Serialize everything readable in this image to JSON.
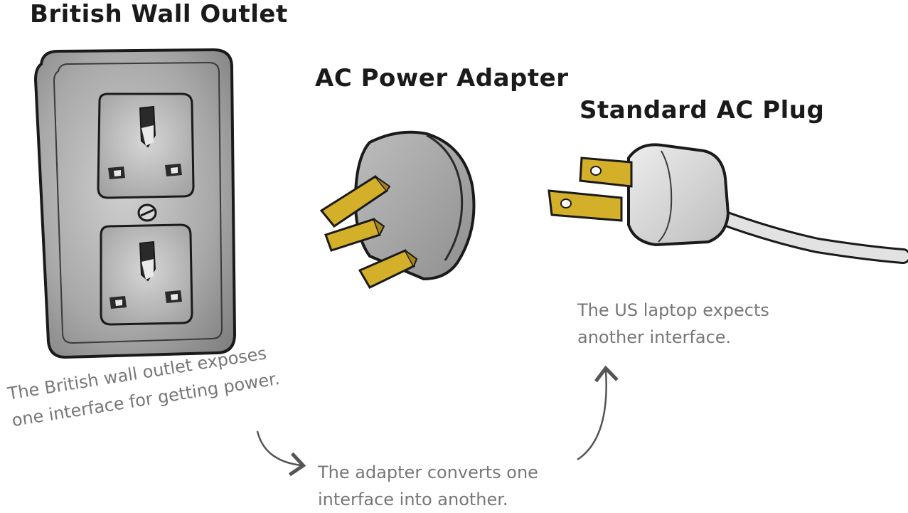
{
  "labels": {
    "outlet_title": "British Wall Outlet",
    "adapter_title": "AC Power Adapter",
    "plug_title": "Standard AC Plug"
  },
  "annotations": {
    "outlet_note": [
      "The British wall outlet exposes",
      "one interface for getting power."
    ],
    "adapter_note": [
      "The adapter converts one",
      "interface into another."
    ],
    "laptop_note": [
      "The US laptop expects",
      "another interface."
    ]
  },
  "colors": {
    "outlet": "#9a9a9a",
    "adapter": "#a3a3a3",
    "plug": "#d2d2d2",
    "prong": "#d4b02a",
    "ink": "#1a1a1a",
    "note_text": "#777777",
    "arrow": "#555555"
  }
}
